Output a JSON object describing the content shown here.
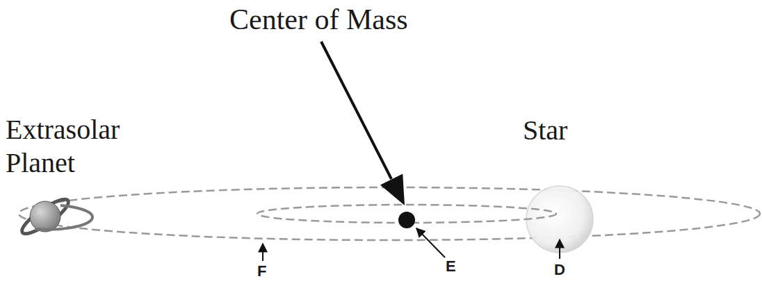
{
  "diagram": {
    "labels": [
      "Center of Mass",
      "Extrasolar Planet",
      "Star",
      "F",
      "E",
      "D"
    ]
  }
}
